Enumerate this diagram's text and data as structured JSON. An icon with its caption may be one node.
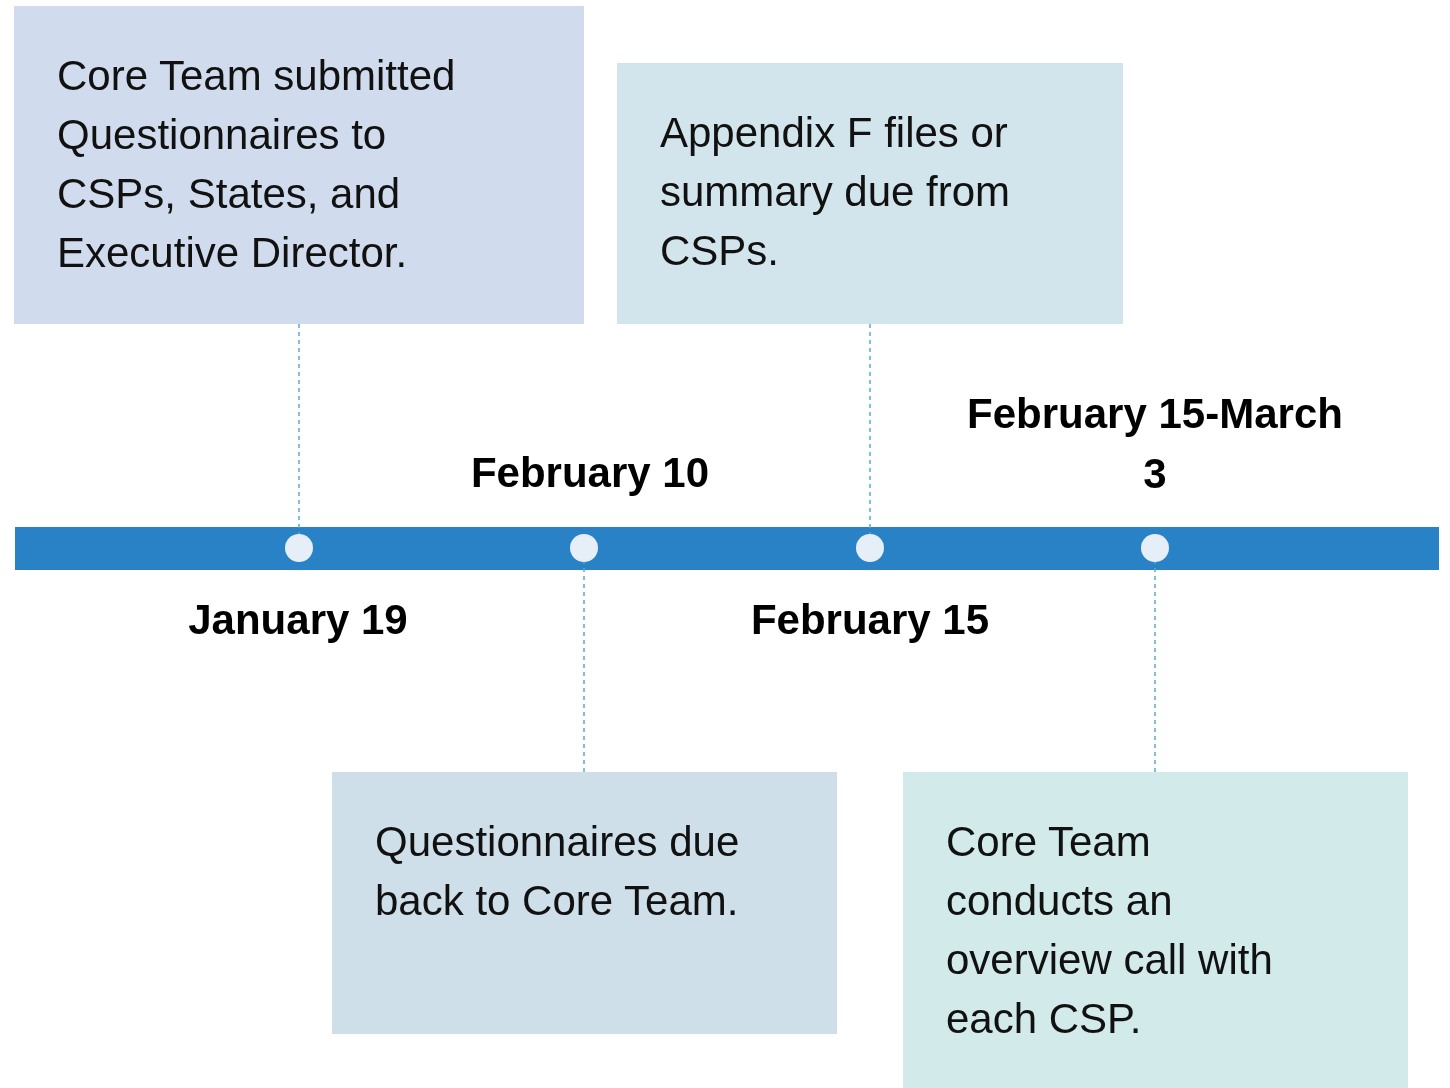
{
  "diagram": {
    "nodes": [
      {
        "text": [
          "Core Team submitted Questionnaires to CSPs, States, and Executive Director."
        ]
      },
      {
        "text": [
          "Appendix F files or summary due from CSPs."
        ]
      },
      {
        "text": [],
        "shape": "circle",
        "beside": [
          "January 19"
        ]
      },
      {
        "text": [],
        "shape": "circle",
        "beside": [
          "February 10"
        ]
      },
      {
        "text": [],
        "shape": "circle",
        "beside": [
          "February 15"
        ]
      },
      {
        "text": [],
        "shape": "circle",
        "beside": [
          "February 15-March 3"
        ]
      },
      {
        "text": [
          "Questionnaires due back to Core Team."
        ]
      },
      {
        "text": [
          "Core Team conducts an overview call with each CSP."
        ]
      }
    ],
    "edges": [
      {
        "from": 0,
        "to": 2,
        "arrow": "none",
        "style": "dashed"
      },
      {
        "from": 6,
        "to": 3,
        "arrow": "none",
        "style": "dashed"
      },
      {
        "from": 1,
        "to": 4,
        "arrow": "none",
        "style": "dashed"
      },
      {
        "from": 7,
        "to": 5,
        "arrow": "none",
        "style": "dashed"
      }
    ]
  }
}
